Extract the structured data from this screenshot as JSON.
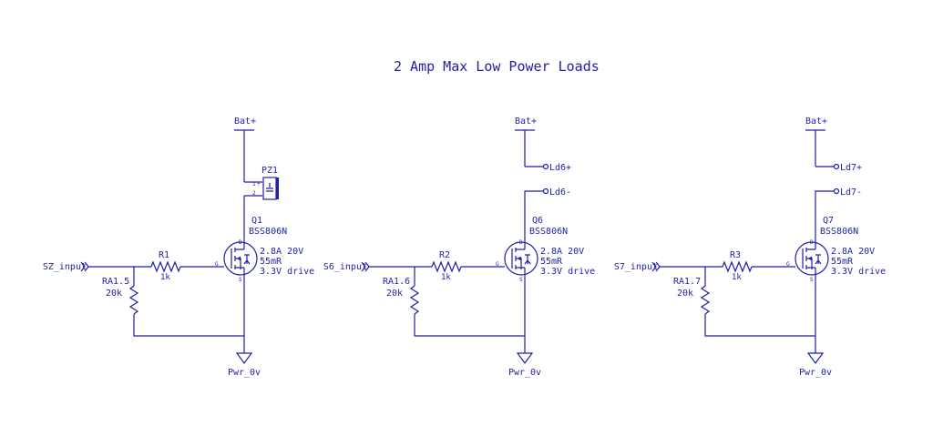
{
  "title": "2 Amp Max Low Power Loads",
  "stages": [
    {
      "input": "SZ_input",
      "pulldown": {
        "ref": "RA1.5",
        "value": "20k"
      },
      "series": {
        "ref": "R1",
        "value": "1k"
      },
      "fet": {
        "ref": "Q1",
        "part": "BSS806N",
        "notes": [
          "2.8A 20V",
          "55mR",
          "3.3V drive"
        ]
      },
      "supply": "Bat+",
      "ground": "Pwr_0v",
      "load": {
        "type": "buzzer",
        "ref": "PZ1",
        "pins": [
          "1",
          "2"
        ],
        "pin_marks": [
          "+"
        ]
      }
    },
    {
      "input": "S6_input",
      "pulldown": {
        "ref": "RA1.6",
        "value": "20k"
      },
      "series": {
        "ref": "R2",
        "value": "1k"
      },
      "fet": {
        "ref": "Q6",
        "part": "BSS806N",
        "notes": [
          "2.8A 20V",
          "55mR",
          "3.3V drive"
        ]
      },
      "supply": "Bat+",
      "ground": "Pwr_0v",
      "load": {
        "type": "connector",
        "plus": "Ld6+",
        "minus": "Ld6-"
      }
    },
    {
      "input": "S7_input",
      "pulldown": {
        "ref": "RA1.7",
        "value": "20k"
      },
      "series": {
        "ref": "R3",
        "value": "1k"
      },
      "fet": {
        "ref": "Q7",
        "part": "BSS806N",
        "notes": [
          "2.8A 20V",
          "55mR",
          "3.3V drive"
        ]
      },
      "supply": "Bat+",
      "ground": "Pwr_0v",
      "load": {
        "type": "connector",
        "plus": "Ld7+",
        "minus": "Ld7-"
      }
    }
  ],
  "pin_letters": {
    "gate": "G",
    "drain": "D",
    "source": "S"
  },
  "colors": {
    "ink": "#1f1fa8",
    "background": "#ffffff"
  }
}
